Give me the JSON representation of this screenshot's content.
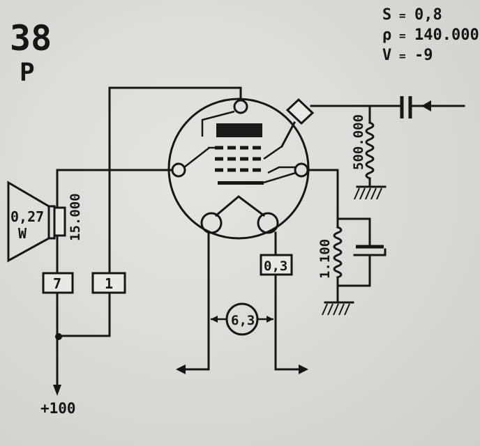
{
  "tube": {
    "number": "38",
    "type": "P"
  },
  "specs": [
    {
      "key": "S",
      "sep": "=",
      "value": "0,8"
    },
    {
      "key": "ρ",
      "sep": "=",
      "value": "140.000"
    },
    {
      "key": "V",
      "sep": "=",
      "value": "-9"
    }
  ],
  "components": {
    "grid_resistor": "500.000",
    "cathode_resistor": "1.100",
    "speaker_power_value": "0,27",
    "speaker_power_unit": "W",
    "speaker_impedance": "15.000",
    "pin_anode": "7",
    "pin_screen": "1",
    "heater_current": "0,3",
    "heater_voltage": "6,3"
  },
  "supply": "+100"
}
